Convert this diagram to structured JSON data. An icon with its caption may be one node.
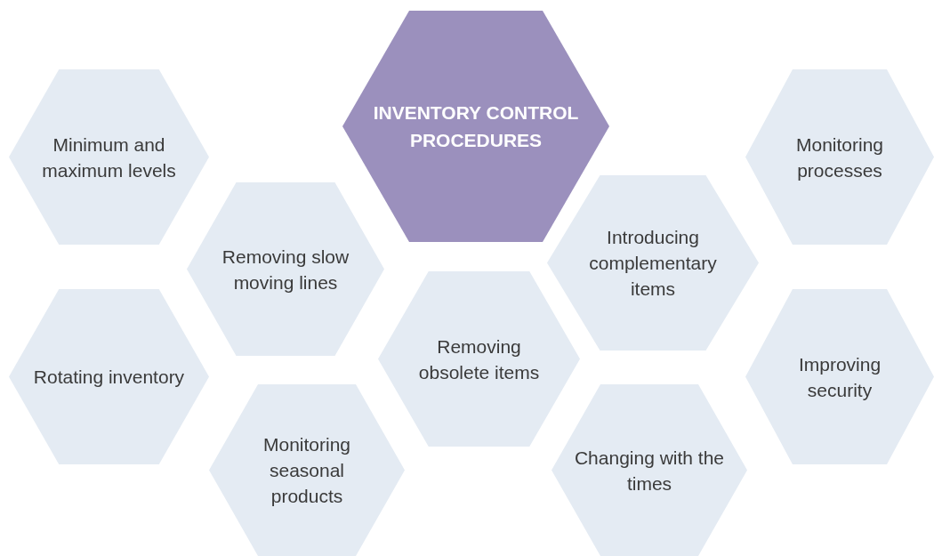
{
  "diagram": {
    "nodes": [
      {
        "text": [
          "INVENTORY CONTROL PROCEDURES"
        ]
      },
      {
        "text": [
          "Minimum and maximum levels"
        ]
      },
      {
        "text": [
          "Monitoring processes"
        ]
      },
      {
        "text": [
          "Removing slow moving lines"
        ]
      },
      {
        "text": [
          "Introducing complementary items"
        ]
      },
      {
        "text": [
          "Removing obsolete items"
        ]
      },
      {
        "text": [
          "Rotating inventory"
        ]
      },
      {
        "text": [
          "Improving security"
        ]
      },
      {
        "text": [
          "Monitoring seasonal products"
        ]
      },
      {
        "text": [
          "Changing with the times"
        ]
      }
    ]
  }
}
